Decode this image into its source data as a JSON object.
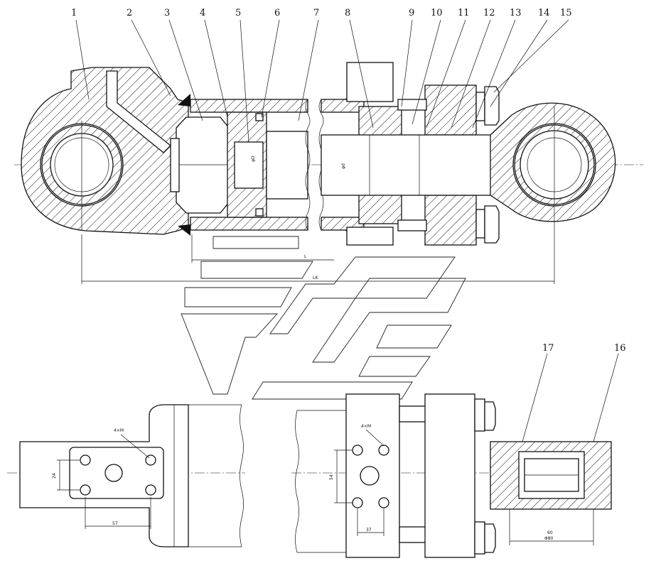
{
  "drawing": {
    "callouts": [
      "1",
      "2",
      "3",
      "4",
      "5",
      "6",
      "7",
      "8",
      "9",
      "10",
      "11",
      "12",
      "13",
      "14",
      "15",
      "16",
      "17"
    ],
    "dimension_labels": {
      "port_spacing_left": "4×M",
      "bore_label": "φD",
      "rod_label": "φd",
      "stroke_label": "L",
      "total_length": "LK",
      "bottom_left_width": "57",
      "bottom_left_height": "24",
      "bottom_mid_width": "37",
      "bottom_mid_height": "54",
      "bottom_right_width": "60",
      "bottom_right_sub": "Φ80"
    }
  }
}
